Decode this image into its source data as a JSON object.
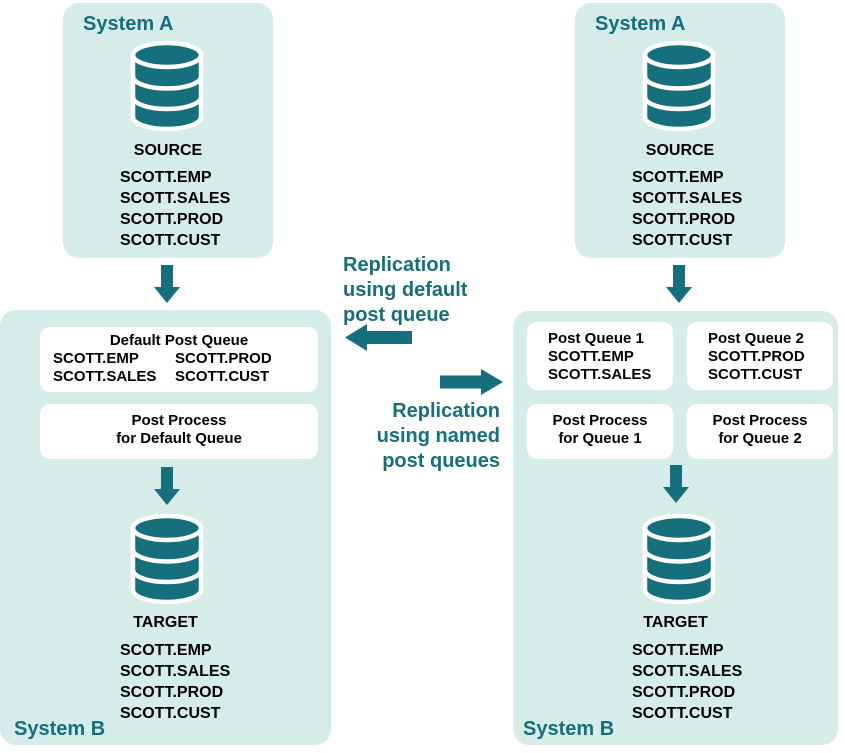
{
  "colors": {
    "accent_teal": "#156F7C",
    "panel_background": "#D5ECE9",
    "box_background": "#FFFFFF",
    "text": "#000000"
  },
  "middle": {
    "default_label": [
      "Replication",
      "using default",
      "post queue"
    ],
    "named_label": [
      "Replication",
      "using named",
      "post queues"
    ]
  },
  "left": {
    "system_a": {
      "title": "System A",
      "db_label": "SOURCE",
      "tables": [
        "SCOTT.EMP",
        "SCOTT.SALES",
        "SCOTT.PROD",
        "SCOTT.CUST"
      ]
    },
    "default_queue": {
      "title": "Default Post Queue",
      "rows": [
        [
          "SCOTT.EMP",
          "SCOTT.PROD"
        ],
        [
          "SCOTT.SALES",
          "SCOTT.CUST"
        ]
      ]
    },
    "post_process": [
      "Post Process",
      "for Default Queue"
    ],
    "system_b": {
      "title": "System B",
      "db_label": "TARGET",
      "tables": [
        "SCOTT.EMP",
        "SCOTT.SALES",
        "SCOTT.PROD",
        "SCOTT.CUST"
      ]
    }
  },
  "right": {
    "system_a": {
      "title": "System A",
      "db_label": "SOURCE",
      "tables": [
        "SCOTT.EMP",
        "SCOTT.SALES",
        "SCOTT.PROD",
        "SCOTT.CUST"
      ]
    },
    "queue1": {
      "title": "Post Queue 1",
      "tables": [
        "SCOTT.EMP",
        "SCOTT.SALES"
      ]
    },
    "queue2": {
      "title": "Post Queue 2",
      "tables": [
        "SCOTT.PROD",
        "SCOTT.CUST"
      ]
    },
    "process1": [
      "Post Process",
      "for Queue 1"
    ],
    "process2": [
      "Post Process",
      "for Queue 2"
    ],
    "system_b": {
      "title": "System B",
      "db_label": "TARGET",
      "tables": [
        "SCOTT.EMP",
        "SCOTT.SALES",
        "SCOTT.PROD",
        "SCOTT.CUST"
      ]
    }
  }
}
